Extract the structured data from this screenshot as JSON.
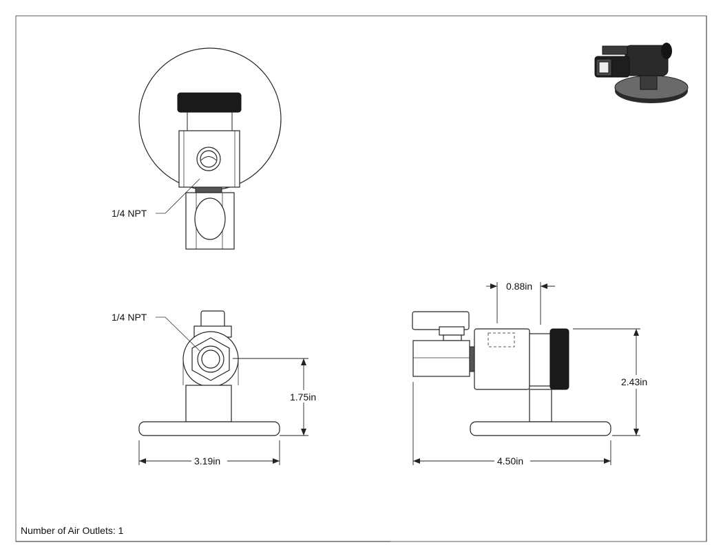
{
  "drawing": {
    "callout_top": "1/4 NPT",
    "callout_front": "1/4 NPT",
    "dim_front_height": "1.75in",
    "dim_front_width": "3.19in",
    "dim_side_offset": "0.88in",
    "dim_side_height": "2.43in",
    "dim_side_width": "4.50in",
    "note": "Number of Air Outlets: 1"
  },
  "colors": {
    "line": "#222222",
    "knurl": "#1a1a1a",
    "background": "#ffffff"
  }
}
